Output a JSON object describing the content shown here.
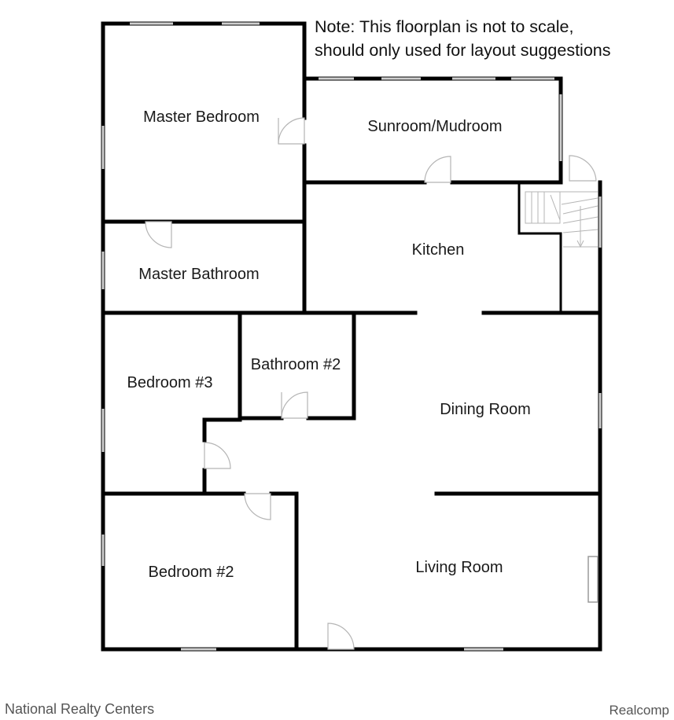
{
  "note": {
    "line1": "Note: This floorplan is not to scale,",
    "line2": "should only used for layout suggestions"
  },
  "rooms": {
    "master_bedroom": "Master Bedroom",
    "sunroom": "Sunroom/Mudroom",
    "kitchen": "Kitchen",
    "master_bathroom": "Master Bathroom",
    "bathroom2": "Bathroom #2",
    "bedroom3": "Bedroom #3",
    "dining_room": "Dining Room",
    "living_room": "Living Room",
    "bedroom2": "Bedroom #2"
  },
  "footer": {
    "left": "National Realty Centers",
    "right": "Realcomp"
  }
}
